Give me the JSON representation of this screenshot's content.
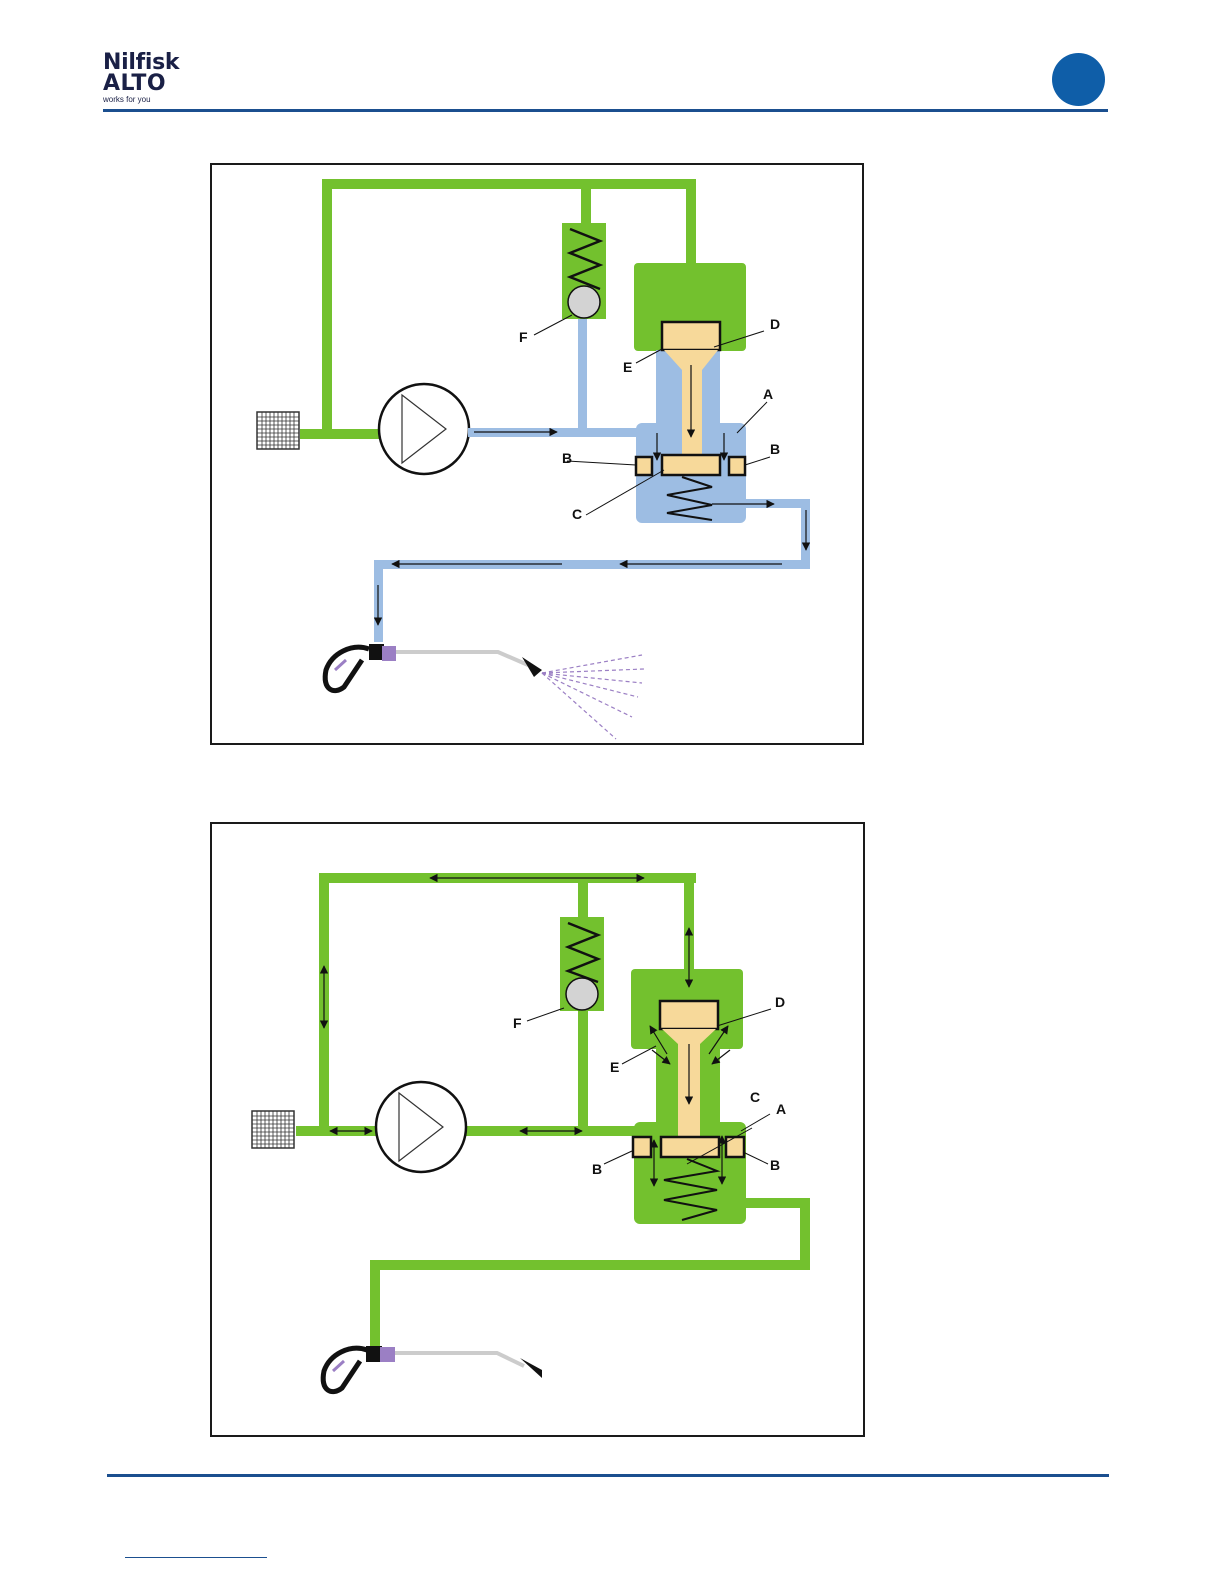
{
  "header": {
    "logo_line1": "Nilfisk",
    "logo_line2": "ALTO",
    "logo_tagline": "works for you"
  },
  "colors": {
    "brand_blue": "#0f5ea8",
    "circuit_green": "#73c12e",
    "flow_blue": "#9dbde3",
    "piston_tan": "#f7d99a",
    "nozzle_purple": "#9b7fc4"
  },
  "diagram_top": {
    "labels": {
      "A": "A",
      "B_left": "B",
      "B_right": "B",
      "C": "C",
      "D": "D",
      "E": "E",
      "F": "F"
    }
  },
  "diagram_bottom": {
    "labels": {
      "A": "A",
      "B_left": "B",
      "B_right": "B",
      "C": "C",
      "D": "D",
      "E": "E",
      "F": "F"
    }
  }
}
